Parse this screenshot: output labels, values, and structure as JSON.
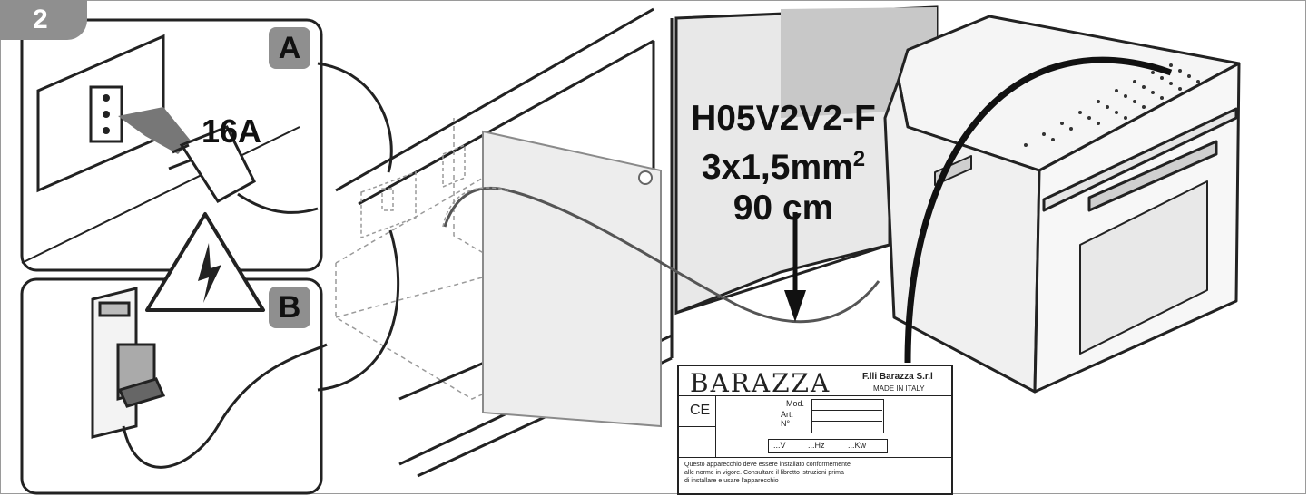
{
  "step": {
    "number": "2"
  },
  "panels": {
    "a": {
      "label": "A",
      "amperage": "16A"
    },
    "b": {
      "label": "B"
    }
  },
  "cable": {
    "type": "H05V2V2-F",
    "section_base": "3x1,5mm",
    "section_exp": "2",
    "length": "90 cm"
  },
  "plate": {
    "brand": "BARAZZA",
    "company": "F.lli Barazza S.r.l",
    "made_in": "MADE IN ITALY",
    "ce_mark": "CE",
    "field_mod": "Mod.",
    "field_art": "Art.",
    "field_num": "N°",
    "unit_v": "...V",
    "unit_hz": "...Hz",
    "unit_kw": "...Kw",
    "notice_1": "Questo apparecchio deve essere installato conformemente",
    "notice_2": "alle norme in vigore. Consultare il libretto istruzioni prima",
    "notice_3": "di installare e usare l'apparecchio"
  },
  "colors": {
    "badge": "#8f8f8f",
    "line": "#222222",
    "dashed": "#9a9a9a",
    "cabinet": "#e8e8e8"
  },
  "icons": [
    "lightning-warning-icon",
    "plug-icon",
    "wall-socket-icon",
    "breaker-switch-icon",
    "oven-icon",
    "down-arrow-icon",
    "weee-bin-icon"
  ]
}
